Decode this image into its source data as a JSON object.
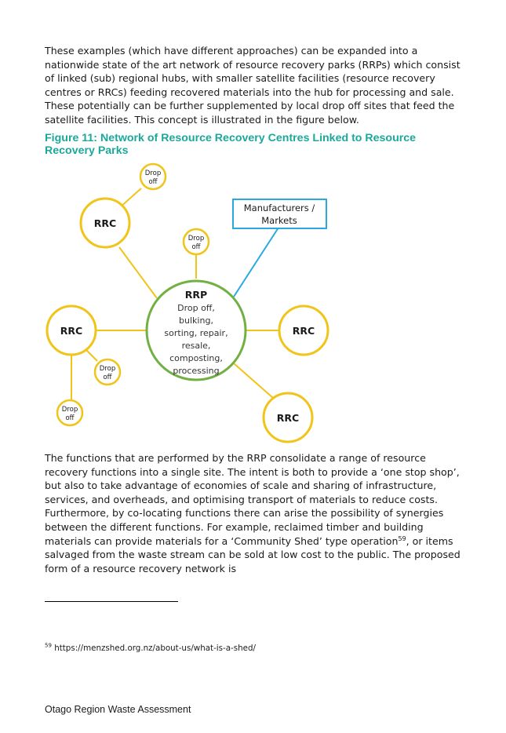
{
  "intro_paragraph": "These examples (which have different approaches) can be expanded into a nationwide state of the art network of resource recovery parks (RRPs) which consist of linked (sub) regional hubs, with smaller satellite facilities (resource recovery centres or RRCs) feeding recovered materials into the hub for processing and sale.  These potentially can be further supplemented by local drop off sites that feed the satellite facilities.  This concept is illustrated in the figure below.",
  "figure_caption": "Figure 11: Network of Resource Recovery Centres Linked to Resource Recovery Parks",
  "diagram": {
    "hub_title": "RRP",
    "hub_lines": [
      "Drop off,",
      "bulking,",
      "sorting, repair,",
      "resale,",
      "composting,",
      "processing"
    ],
    "rrc_label": "RRC",
    "dropoff_lines": [
      "Drop",
      "off"
    ],
    "manufacturers_lines": [
      "Manufacturers /",
      "Markets"
    ],
    "colors": {
      "hub": "#72b043",
      "rrc": "#f0c419",
      "market": "#29a9e0"
    }
  },
  "body_paragraph_part1": "The functions that are performed by the RRP consolidate a range of resource recovery functions into a single site.  The intent is both to provide a ‘one stop shop’, but also to take advantage of economies of scale and sharing of infrastructure, services, and overheads, and optimising transport of materials to reduce costs.  Furthermore, by co-locating functions there can arise the possibility of synergies between the different functions.  For example, reclaimed timber and building materials can provide materials for a ‘Community Shed’ type operation",
  "footnote_ref": "59",
  "body_paragraph_part2": ", or items salvaged from the waste stream can be sold at low cost to the public.  The proposed form of a resource recovery network is",
  "footnote_text": "https://menzshed.org.nz/about-us/what-is-a-shed/",
  "footer_text": "Otago Region Waste Assessment"
}
